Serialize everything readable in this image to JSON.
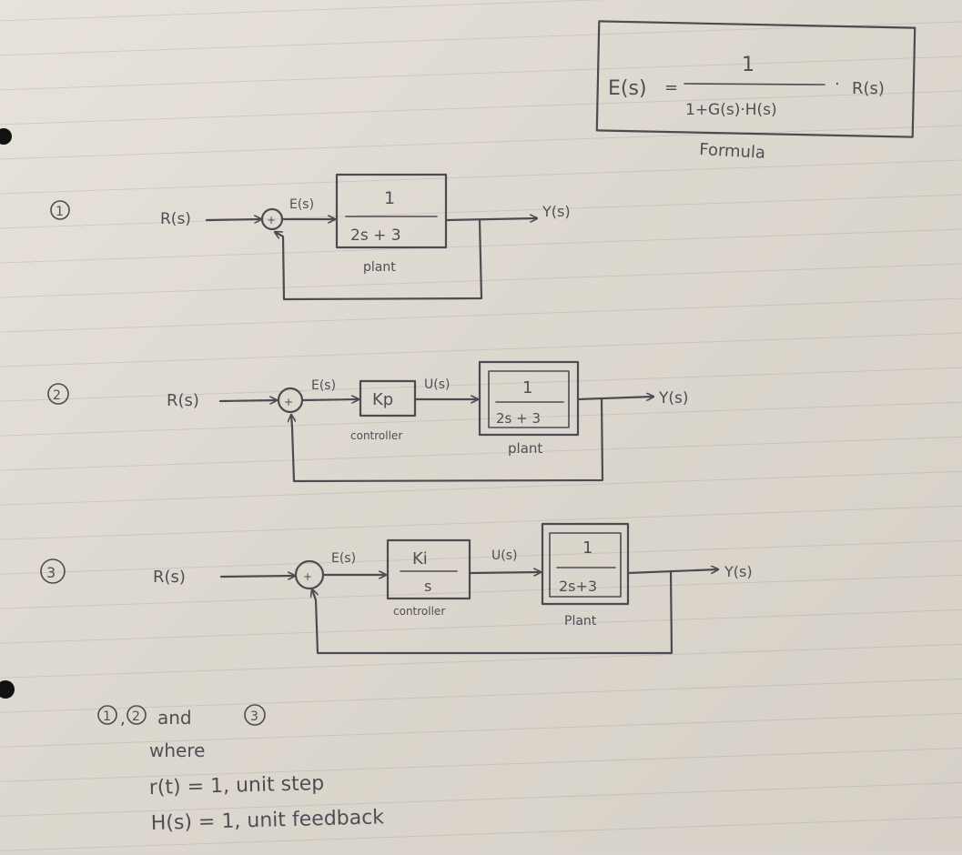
{
  "formula": {
    "lhs": "E(s)",
    "equals": "=",
    "numerator": "1",
    "denominator": "1+G(s)·H(s)",
    "dot": "·",
    "rhs": "R(s)",
    "caption": "Formula"
  },
  "diagrams": [
    {
      "number": "1",
      "input": "R(s)",
      "junction": "+",
      "error": "E(s)",
      "plant": {
        "numerator": "1",
        "denominator": "2s + 3",
        "caption": "plant"
      },
      "output": "Y(s)"
    },
    {
      "number": "2",
      "input": "R(s)",
      "junction": "+",
      "error": "E(s)",
      "controller": {
        "label": "Kp",
        "caption": "controller"
      },
      "signal": "U(s)",
      "plant": {
        "numerator": "1",
        "denominator": "2s + 3",
        "caption": "plant"
      },
      "output": "Y(s)"
    },
    {
      "number": "3",
      "input": "R(s)",
      "junction": "+",
      "error": "E(s)",
      "controller": {
        "numerator": "Ki",
        "denominator": "s",
        "caption": "controller"
      },
      "signal": "U(s)",
      "plant": {
        "numerator": "1",
        "denominator": "2s+3",
        "caption": "Plant"
      },
      "output": "Y(s)"
    }
  ],
  "notes": {
    "n1": "1",
    "comma": ",",
    "n2": "2",
    "and": "and",
    "n3": "3",
    "where": "where",
    "line1": "r(t) = 1, unit step",
    "line2": "H(s) = 1, unit feedback"
  }
}
